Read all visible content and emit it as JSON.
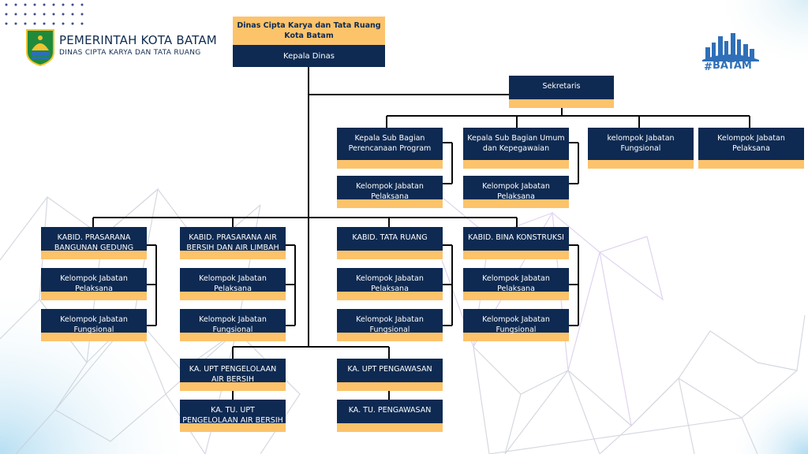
{
  "header": {
    "title": "PEMERINTAH KOTA BATAM",
    "subtitle": "DINAS CIPTA KARYA DAN TATA RUANG",
    "city_logo_text": "BATAM"
  },
  "colors": {
    "navy": "#0e2a52",
    "gold": "#fcc36b",
    "line": "#000000"
  },
  "org": {
    "top_head": "Dinas Cipta Karya dan Tata Ruang Kota Batam",
    "kepala": "Kepala Dinas",
    "sekretaris": "Sekretaris",
    "kasubag_perencanaan": "Kepala Sub Bagian Perencanaan Program",
    "kasubag_perencanaan_pelaksana": "Kelompok Jabatan Pelaksana",
    "kasubag_umum": "Kepala Sub Bagian Umum dan Kepegawaian",
    "kasubag_umum_pelaksana": "Kelompok Jabatan Pelaksana",
    "sek_fungsional": "kelompok Jabatan Fungsional",
    "sek_pelaksana": "Kelompok Jabatan Pelaksana",
    "kabid_prasarana_gedung": "KABID. PRASARANA BANGUNAN GEDUNG",
    "kabid_prasarana_gedung_pelaksana": "Kelompok Jabatan Pelaksana",
    "kabid_prasarana_gedung_fungsional": "Kelompok Jabatan Fungsional",
    "kabid_air": "KABID. PRASARANA AIR BERSIH DAN AIR LIMBAH",
    "kabid_air_pelaksana": "Kelompok Jabatan Pelaksana",
    "kabid_air_fungsional": "Kelompok Jabatan Fungsional",
    "kabid_tata_ruang": "KABID. TATA RUANG",
    "kabid_tata_ruang_pelaksana": "Kelompok Jabatan Pelaksana",
    "kabid_tata_ruang_fungsional": "Kelompok Jabatan Fungsional",
    "kabid_bina": "KABID. BINA KONSTRUKSI",
    "kabid_bina_pelaksana": "Kelompok Jabatan Pelaksana",
    "kabid_bina_fungsional": "Kelompok Jabatan Fungsional",
    "upt_air": "KA. UPT PENGELOLAAN AIR BERSIH",
    "upt_air_tu": "KA. TU. UPT PENGELOLAAN AIR BERSIH",
    "upt_pengawasan": "KA. UPT PENGAWASAN",
    "upt_pengawasan_tu": "KA. TU. PENGAWASAN"
  }
}
